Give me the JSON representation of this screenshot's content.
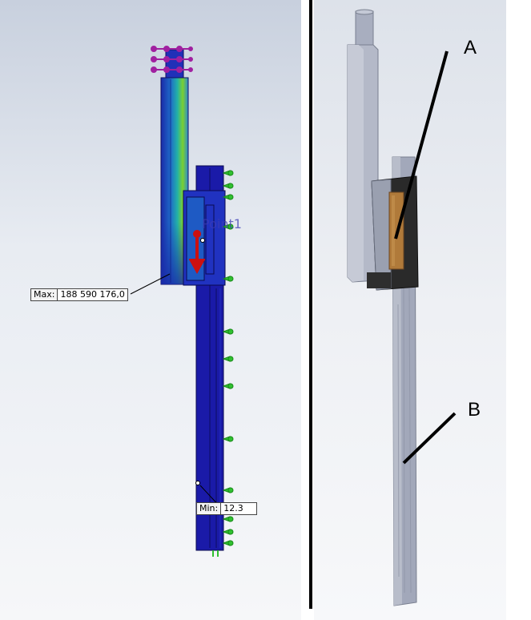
{
  "fea_view": {
    "max_label": "Max:",
    "max_value": "188 590 176,0",
    "min_label": "Min:",
    "min_value": "12.3",
    "sensor_label": "Point1"
  },
  "model_view": {
    "label_a": "A",
    "label_b": "B",
    "colors": {
      "body": "#aab0c2",
      "wood": "#b07a3a",
      "dark": "#333333"
    }
  },
  "colors": {
    "stress_low": "#1a1aa0",
    "stress_mid": "#22a8c8",
    "stress_high": "#7ad030",
    "fixture": "#30c030",
    "load": "#cc1010",
    "connector": "#a020a0"
  }
}
